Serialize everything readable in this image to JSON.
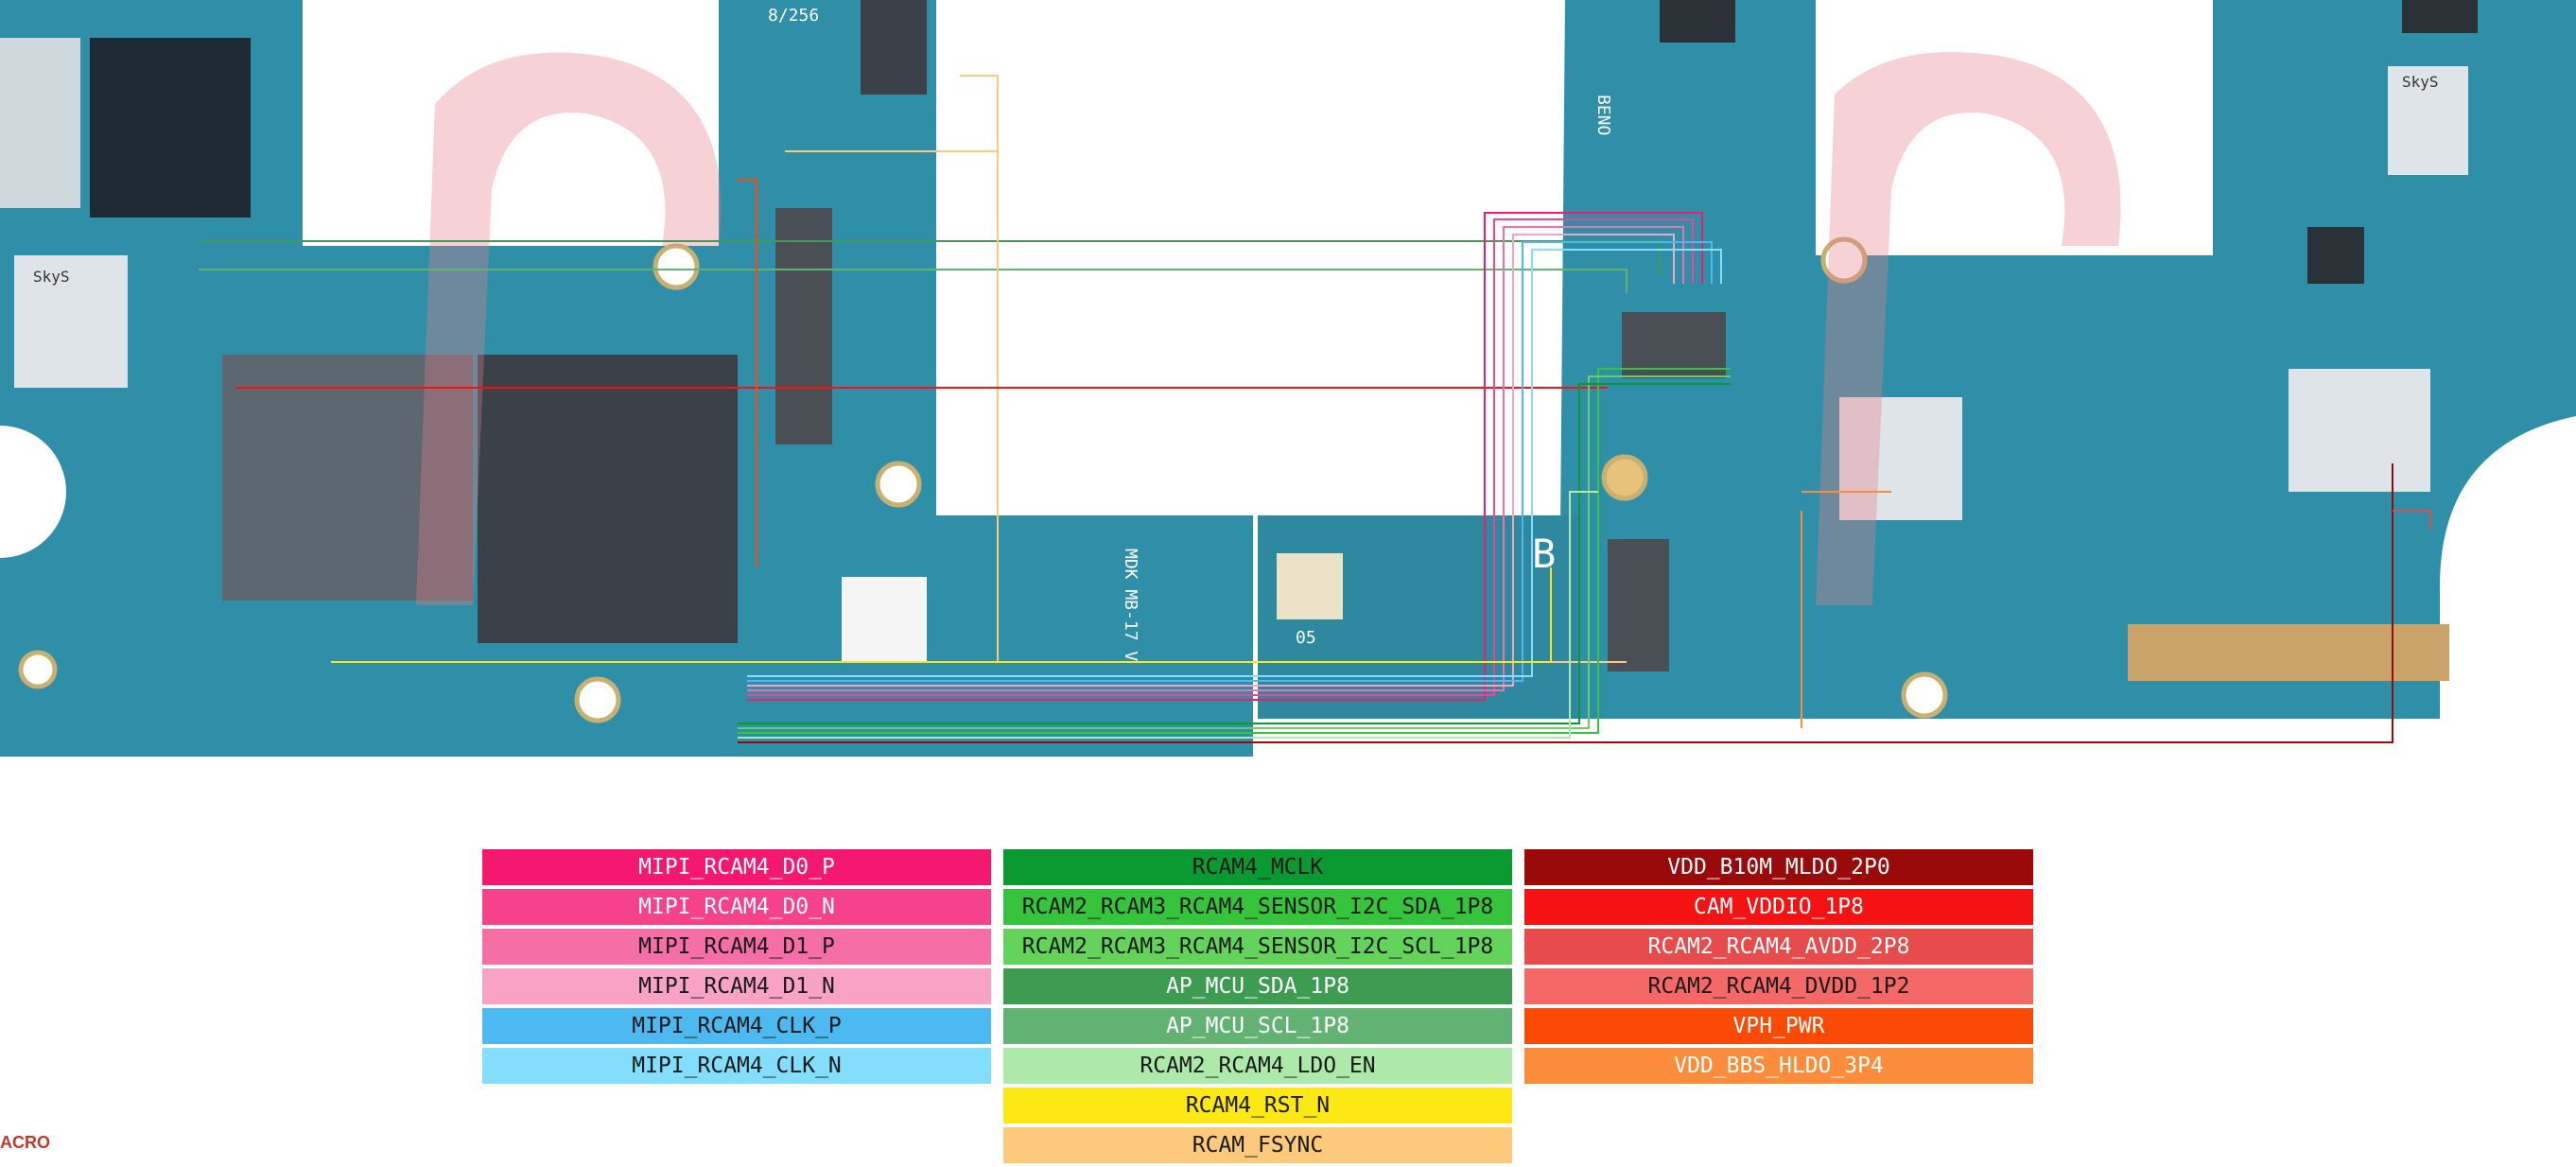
{
  "board": {
    "chip_labels": [
      {
        "id": "chip-label-skys-left",
        "text": "SkyS"
      },
      {
        "id": "chip-label-skys-right",
        "text": "SkyS"
      },
      {
        "id": "board-label-beno",
        "text": "BENO"
      },
      {
        "id": "board-label-mdk",
        "text": "MDK MB-17 V"
      },
      {
        "id": "board-label-8256",
        "text": "8/256"
      },
      {
        "id": "board-label-05",
        "text": "05"
      },
      {
        "id": "board-label-b",
        "text": "B"
      }
    ]
  },
  "legend": {
    "columns": [
      [
        {
          "label": "MIPI_RCAM4_D0_P",
          "color": "#f5186f",
          "text_color": "#ffffff"
        },
        {
          "label": "MIPI_RCAM4_D0_N",
          "color": "#f5428a",
          "text_color": "#ffffff"
        },
        {
          "label": "MIPI_RCAM4_D1_P",
          "color": "#f56ea5",
          "text_color": "#1a1a1a"
        },
        {
          "label": "MIPI_RCAM4_D1_N",
          "color": "#f8a2c6",
          "text_color": "#1a1a1a"
        },
        {
          "label": "MIPI_RCAM4_CLK_P",
          "color": "#4db9f1",
          "text_color": "#1a1a1a"
        },
        {
          "label": "MIPI_RCAM4_CLK_N",
          "color": "#82defc",
          "text_color": "#1a1a1a"
        }
      ],
      [
        {
          "label": "RCAM4_MCLK",
          "color": "#0b9a32",
          "text_color": "#1a1a1a"
        },
        {
          "label": "RCAM2_RCAM3_RCAM4_SENSOR_I2C_SDA_1P8",
          "color": "#35c43c",
          "text_color": "#1a1a1a"
        },
        {
          "label": "RCAM2_RCAM3_RCAM4_SENSOR_I2C_SCL_1P8",
          "color": "#63d35b",
          "text_color": "#1a1a1a"
        },
        {
          "label": "AP_MCU_SDA_1P8",
          "color": "#3e9b52",
          "text_color": "#ffffff"
        },
        {
          "label": "AP_MCU_SCL_1P8",
          "color": "#62b373",
          "text_color": "#ffffff"
        },
        {
          "label": "RCAM2_RCAM4_LDO_EN",
          "color": "#ade9aa",
          "text_color": "#1a1a1a"
        },
        {
          "label": "RCAM4_RST_N",
          "color": "#fce812",
          "text_color": "#1a1a1a"
        },
        {
          "label": "RCAM_FSYNC",
          "color": "#fdc97a",
          "text_color": "#1a1a1a"
        }
      ],
      [
        {
          "label": "VDD_B10M_MLDO_2P0",
          "color": "#9a0a0a",
          "text_color": "#ffffff"
        },
        {
          "label": "CAM_VDDIO_1P8",
          "color": "#f41212",
          "text_color": "#ffffff"
        },
        {
          "label": "RCAM2_RCAM4_AVDD_2P8",
          "color": "#e84b4b",
          "text_color": "#ffffff"
        },
        {
          "label": "RCAM2_RCAM4_DVDD_1P2",
          "color": "#f46868",
          "text_color": "#1a1a1a"
        },
        {
          "label": "VPH_PWR",
          "color": "#fa4a06",
          "text_color": "#ffffff"
        },
        {
          "label": "VDD_BBS_HLDO_3P4",
          "color": "#fa8c3c",
          "text_color": "#ffffff"
        }
      ]
    ]
  },
  "footer": {
    "corner_text": "ACRO"
  }
}
